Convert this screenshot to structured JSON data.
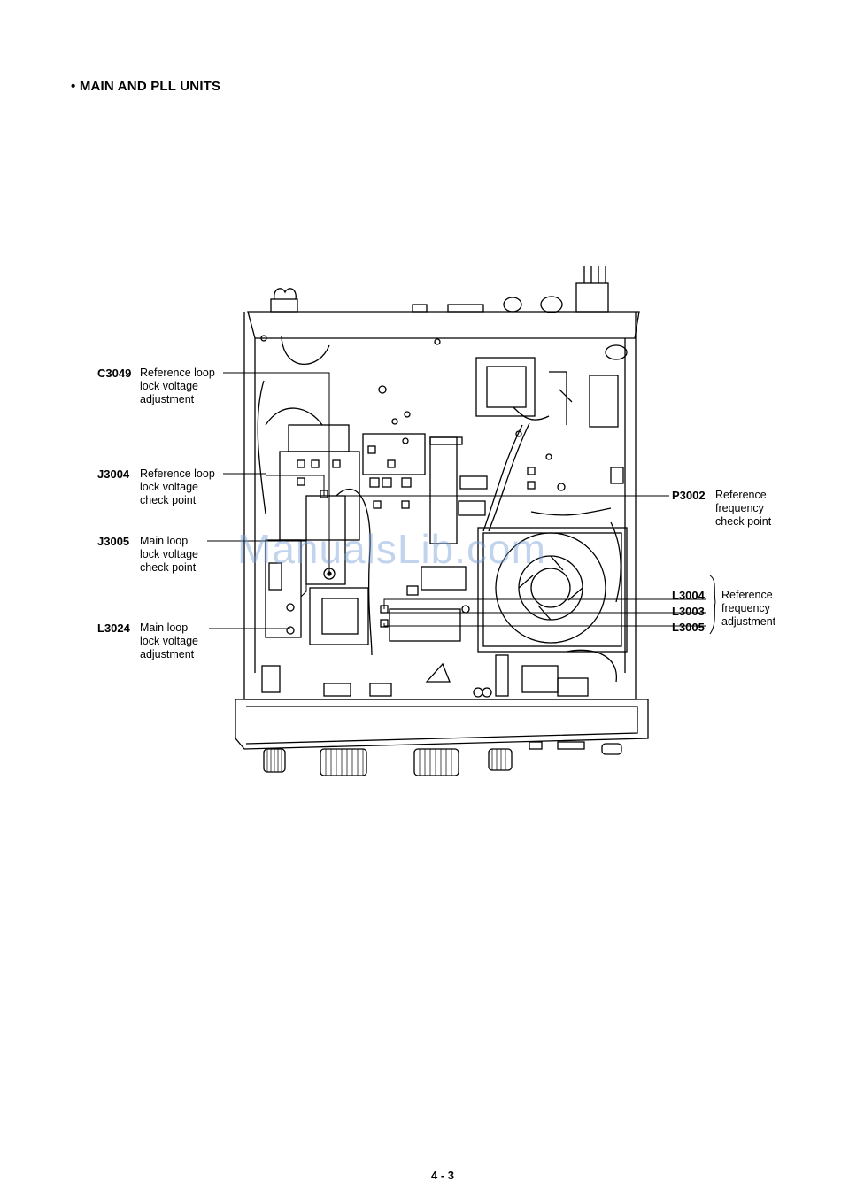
{
  "title": "• MAIN AND PLL UNITS",
  "watermark": "ManualsLib.com",
  "page_number": "4 - 3",
  "callouts": {
    "c3049": {
      "code": "C3049",
      "desc": [
        "Reference loop",
        "lock voltage",
        "adjustment"
      ]
    },
    "j3004": {
      "code": "J3004",
      "desc": [
        "Reference loop",
        "lock voltage",
        "check point"
      ]
    },
    "j3005": {
      "code": "J3005",
      "desc": [
        "Main loop",
        "lock voltage",
        "check point"
      ]
    },
    "l3024": {
      "code": "L3024",
      "desc": [
        "Main loop",
        "lock voltage",
        "adjustment"
      ]
    },
    "p3002": {
      "code": "P3002",
      "desc": [
        "Reference",
        "frequency",
        "check point"
      ]
    },
    "l300x": {
      "codes": [
        "L3004",
        "L3003",
        "L3005"
      ],
      "desc": [
        "Reference",
        "frequency",
        "adjustment"
      ]
    }
  }
}
